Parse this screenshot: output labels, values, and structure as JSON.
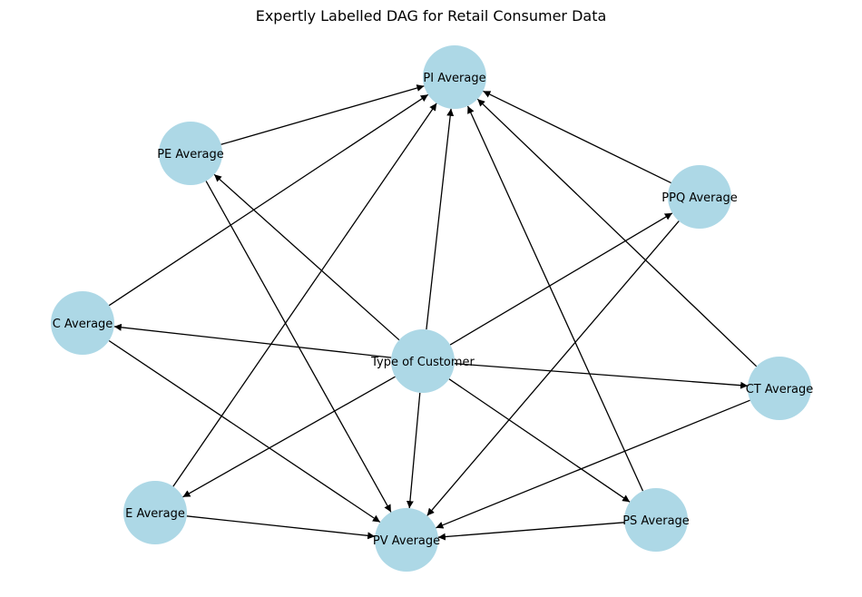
{
  "title": "Expertly Labelled DAG for Retail Consumer Data",
  "colors": {
    "node_fill": "#add8e6",
    "edge": "#000000",
    "background": "#ffffff"
  },
  "nodes": [
    {
      "id": "PI",
      "label": "PI Average"
    },
    {
      "id": "PE",
      "label": "PE Average"
    },
    {
      "id": "PPQ",
      "label": "PPQ Average"
    },
    {
      "id": "C",
      "label": "C Average"
    },
    {
      "id": "TC",
      "label": "Type of Customer"
    },
    {
      "id": "CT",
      "label": "CT Average"
    },
    {
      "id": "E",
      "label": "E Average"
    },
    {
      "id": "PV",
      "label": "PV Average"
    },
    {
      "id": "PS",
      "label": "PS Average"
    }
  ],
  "edges": [
    {
      "from": "PE",
      "to": "PI"
    },
    {
      "from": "C",
      "to": "PI"
    },
    {
      "from": "E",
      "to": "PI"
    },
    {
      "from": "TC",
      "to": "PI"
    },
    {
      "from": "PS",
      "to": "PI"
    },
    {
      "from": "CT",
      "to": "PI"
    },
    {
      "from": "PPQ",
      "to": "PI"
    },
    {
      "from": "PE",
      "to": "PV"
    },
    {
      "from": "C",
      "to": "PV"
    },
    {
      "from": "E",
      "to": "PV"
    },
    {
      "from": "TC",
      "to": "PV"
    },
    {
      "from": "PS",
      "to": "PV"
    },
    {
      "from": "CT",
      "to": "PV"
    },
    {
      "from": "PPQ",
      "to": "PV"
    },
    {
      "from": "TC",
      "to": "PE"
    },
    {
      "from": "TC",
      "to": "PPQ"
    },
    {
      "from": "TC",
      "to": "C"
    },
    {
      "from": "TC",
      "to": "CT"
    },
    {
      "from": "TC",
      "to": "E"
    },
    {
      "from": "TC",
      "to": "PS"
    }
  ]
}
